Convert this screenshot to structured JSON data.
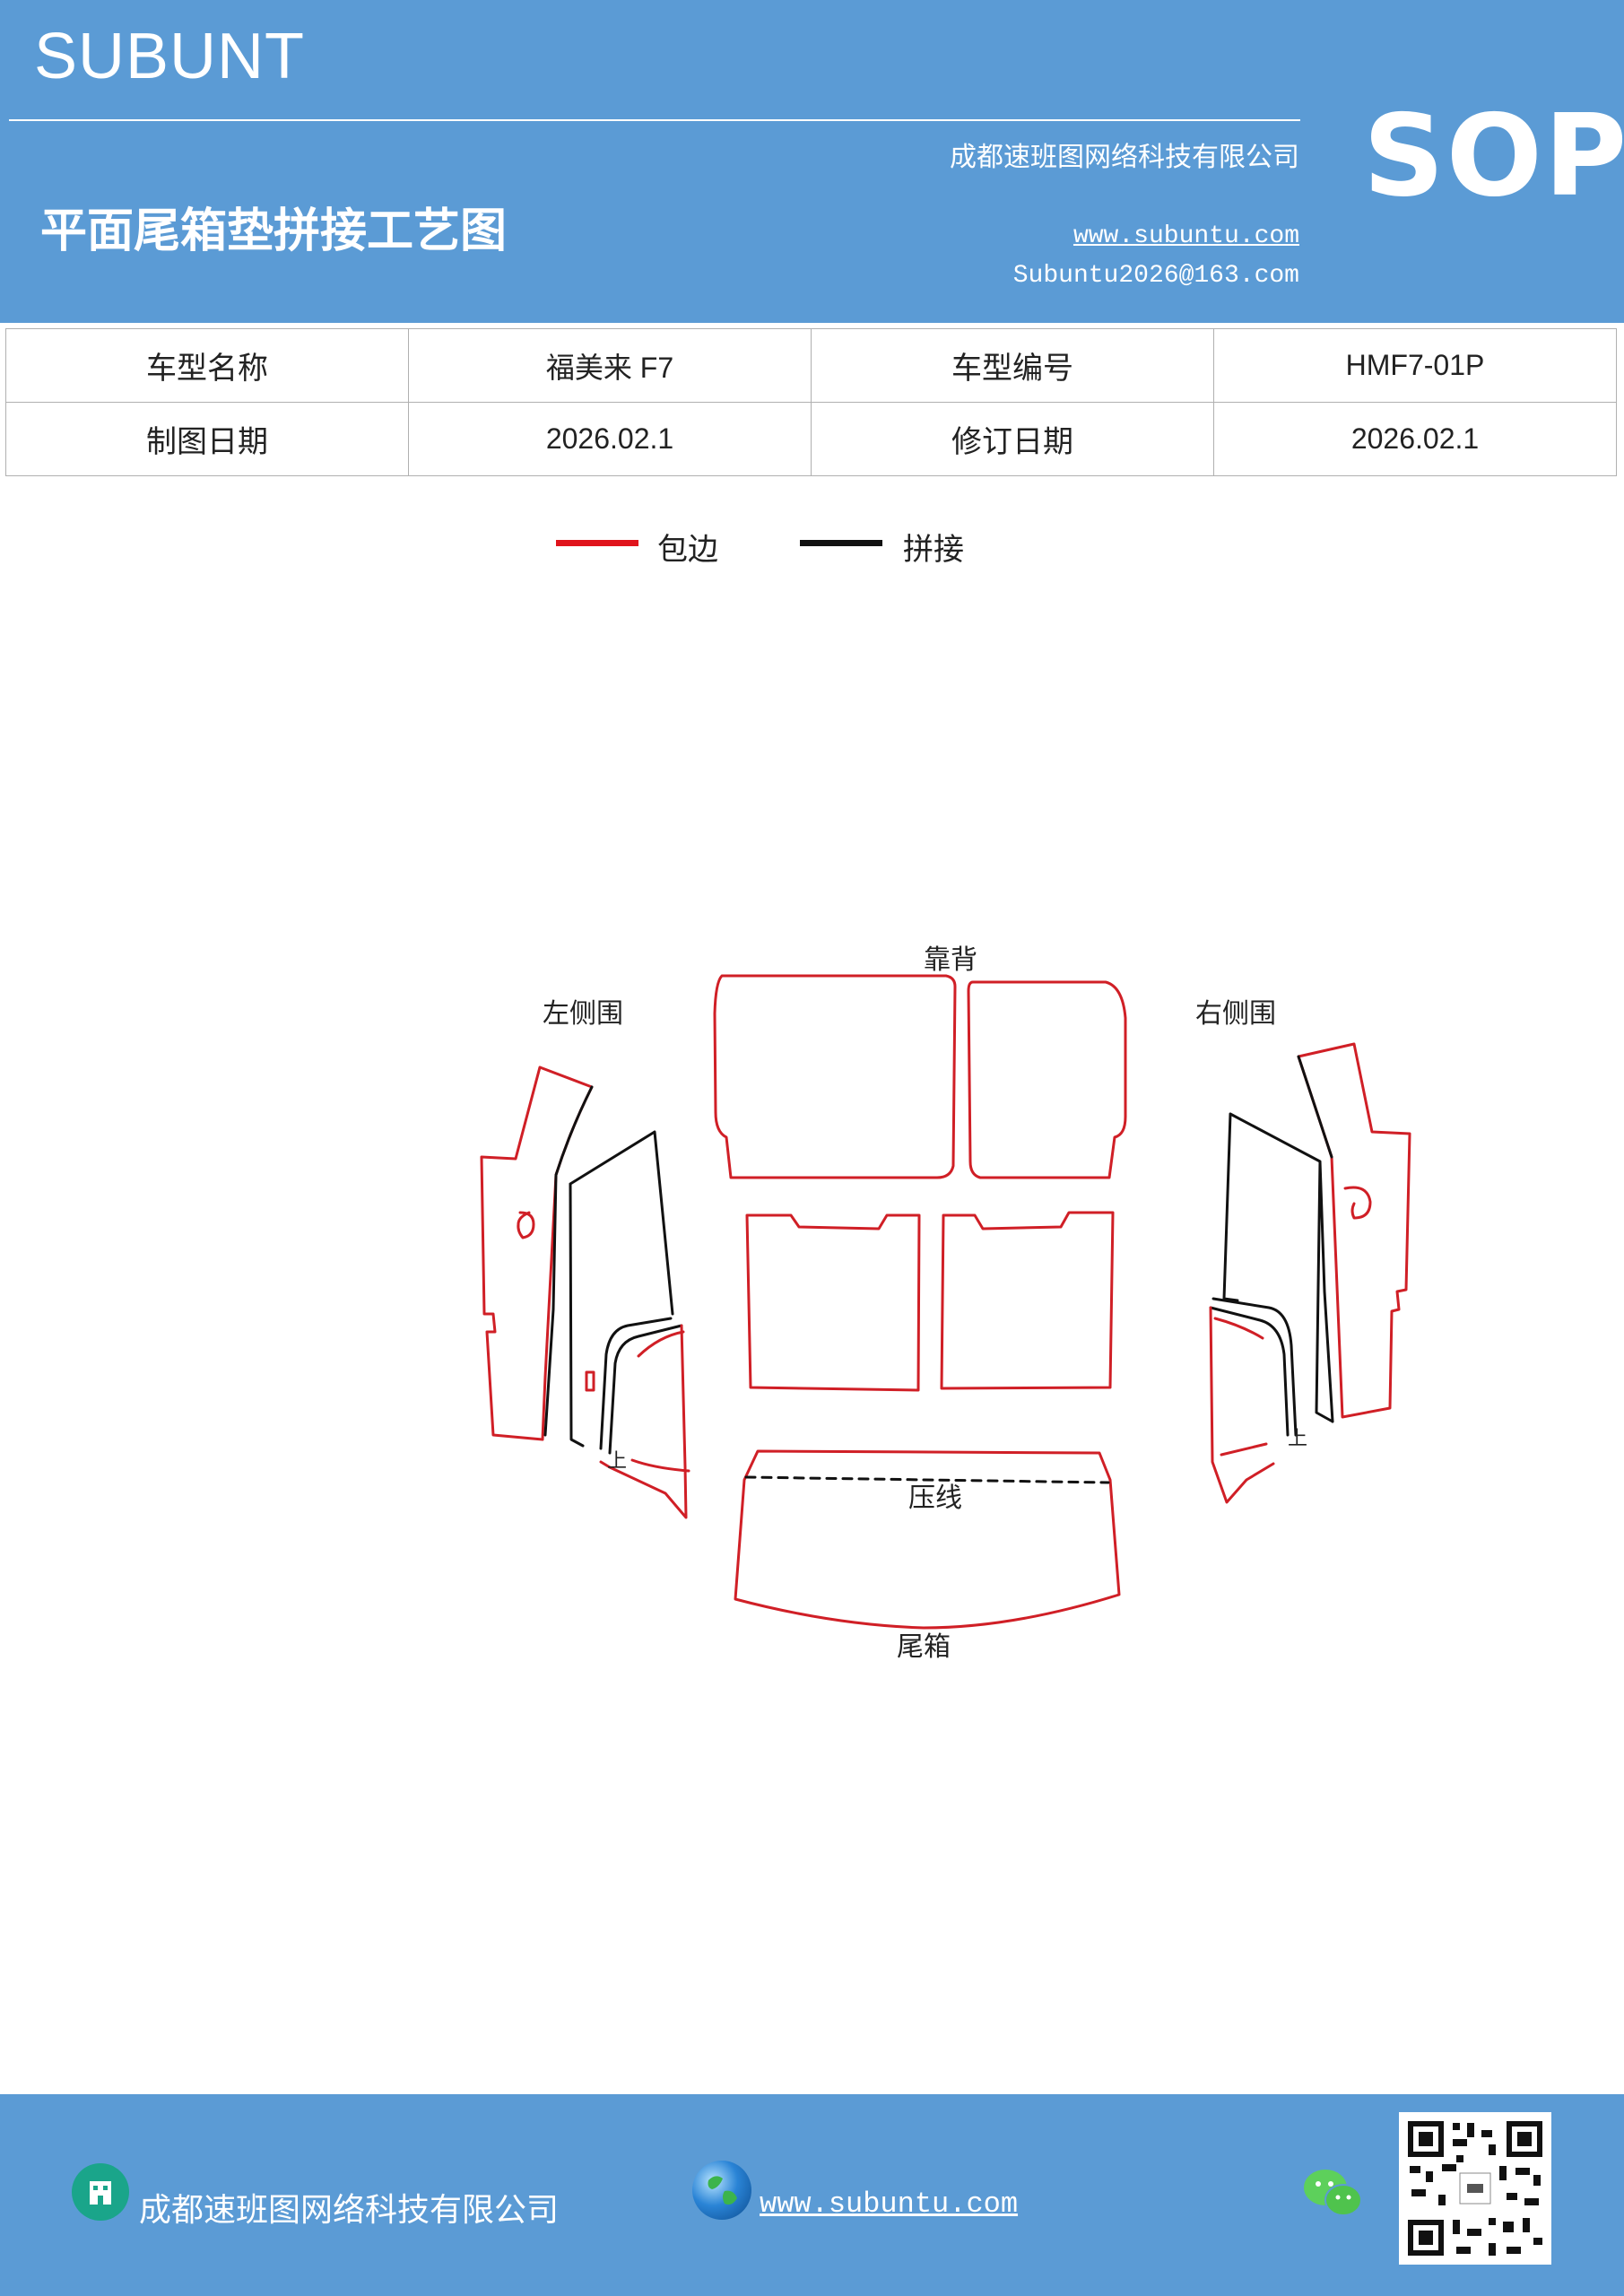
{
  "header": {
    "brand": "SUBUNT",
    "company": "成都速班图网络科技有限公司",
    "title": "平面尾箱垫拼接工艺图",
    "website": "www.subuntu.com",
    "email": "Subuntu2026@163.com",
    "badge": "SOP"
  },
  "info_table": {
    "row1": [
      "车型名称",
      "福美来 F7",
      "车型编号",
      "HMF7-01P"
    ],
    "row2": [
      "制图日期",
      "2026.02.1",
      "修订日期",
      "2026.02.1"
    ]
  },
  "legend": {
    "items": [
      {
        "label": "包边",
        "color": "#e0141c"
      },
      {
        "label": "拼接",
        "color": "#111111"
      }
    ]
  },
  "diagram": {
    "labels": {
      "backrest": "靠背",
      "left_side": "左侧围",
      "right_side": "右侧围",
      "press_line": "压线",
      "trunk": "尾箱",
      "up_left": "上",
      "up_right": "上"
    },
    "colors": {
      "edge": "#d01f26",
      "seam": "#111111"
    }
  },
  "footer": {
    "company": "成都速班图网络科技有限公司",
    "website": "www.subuntu.com",
    "icons": [
      "building-icon",
      "globe-icon",
      "wechat-icon",
      "qr-code"
    ]
  }
}
